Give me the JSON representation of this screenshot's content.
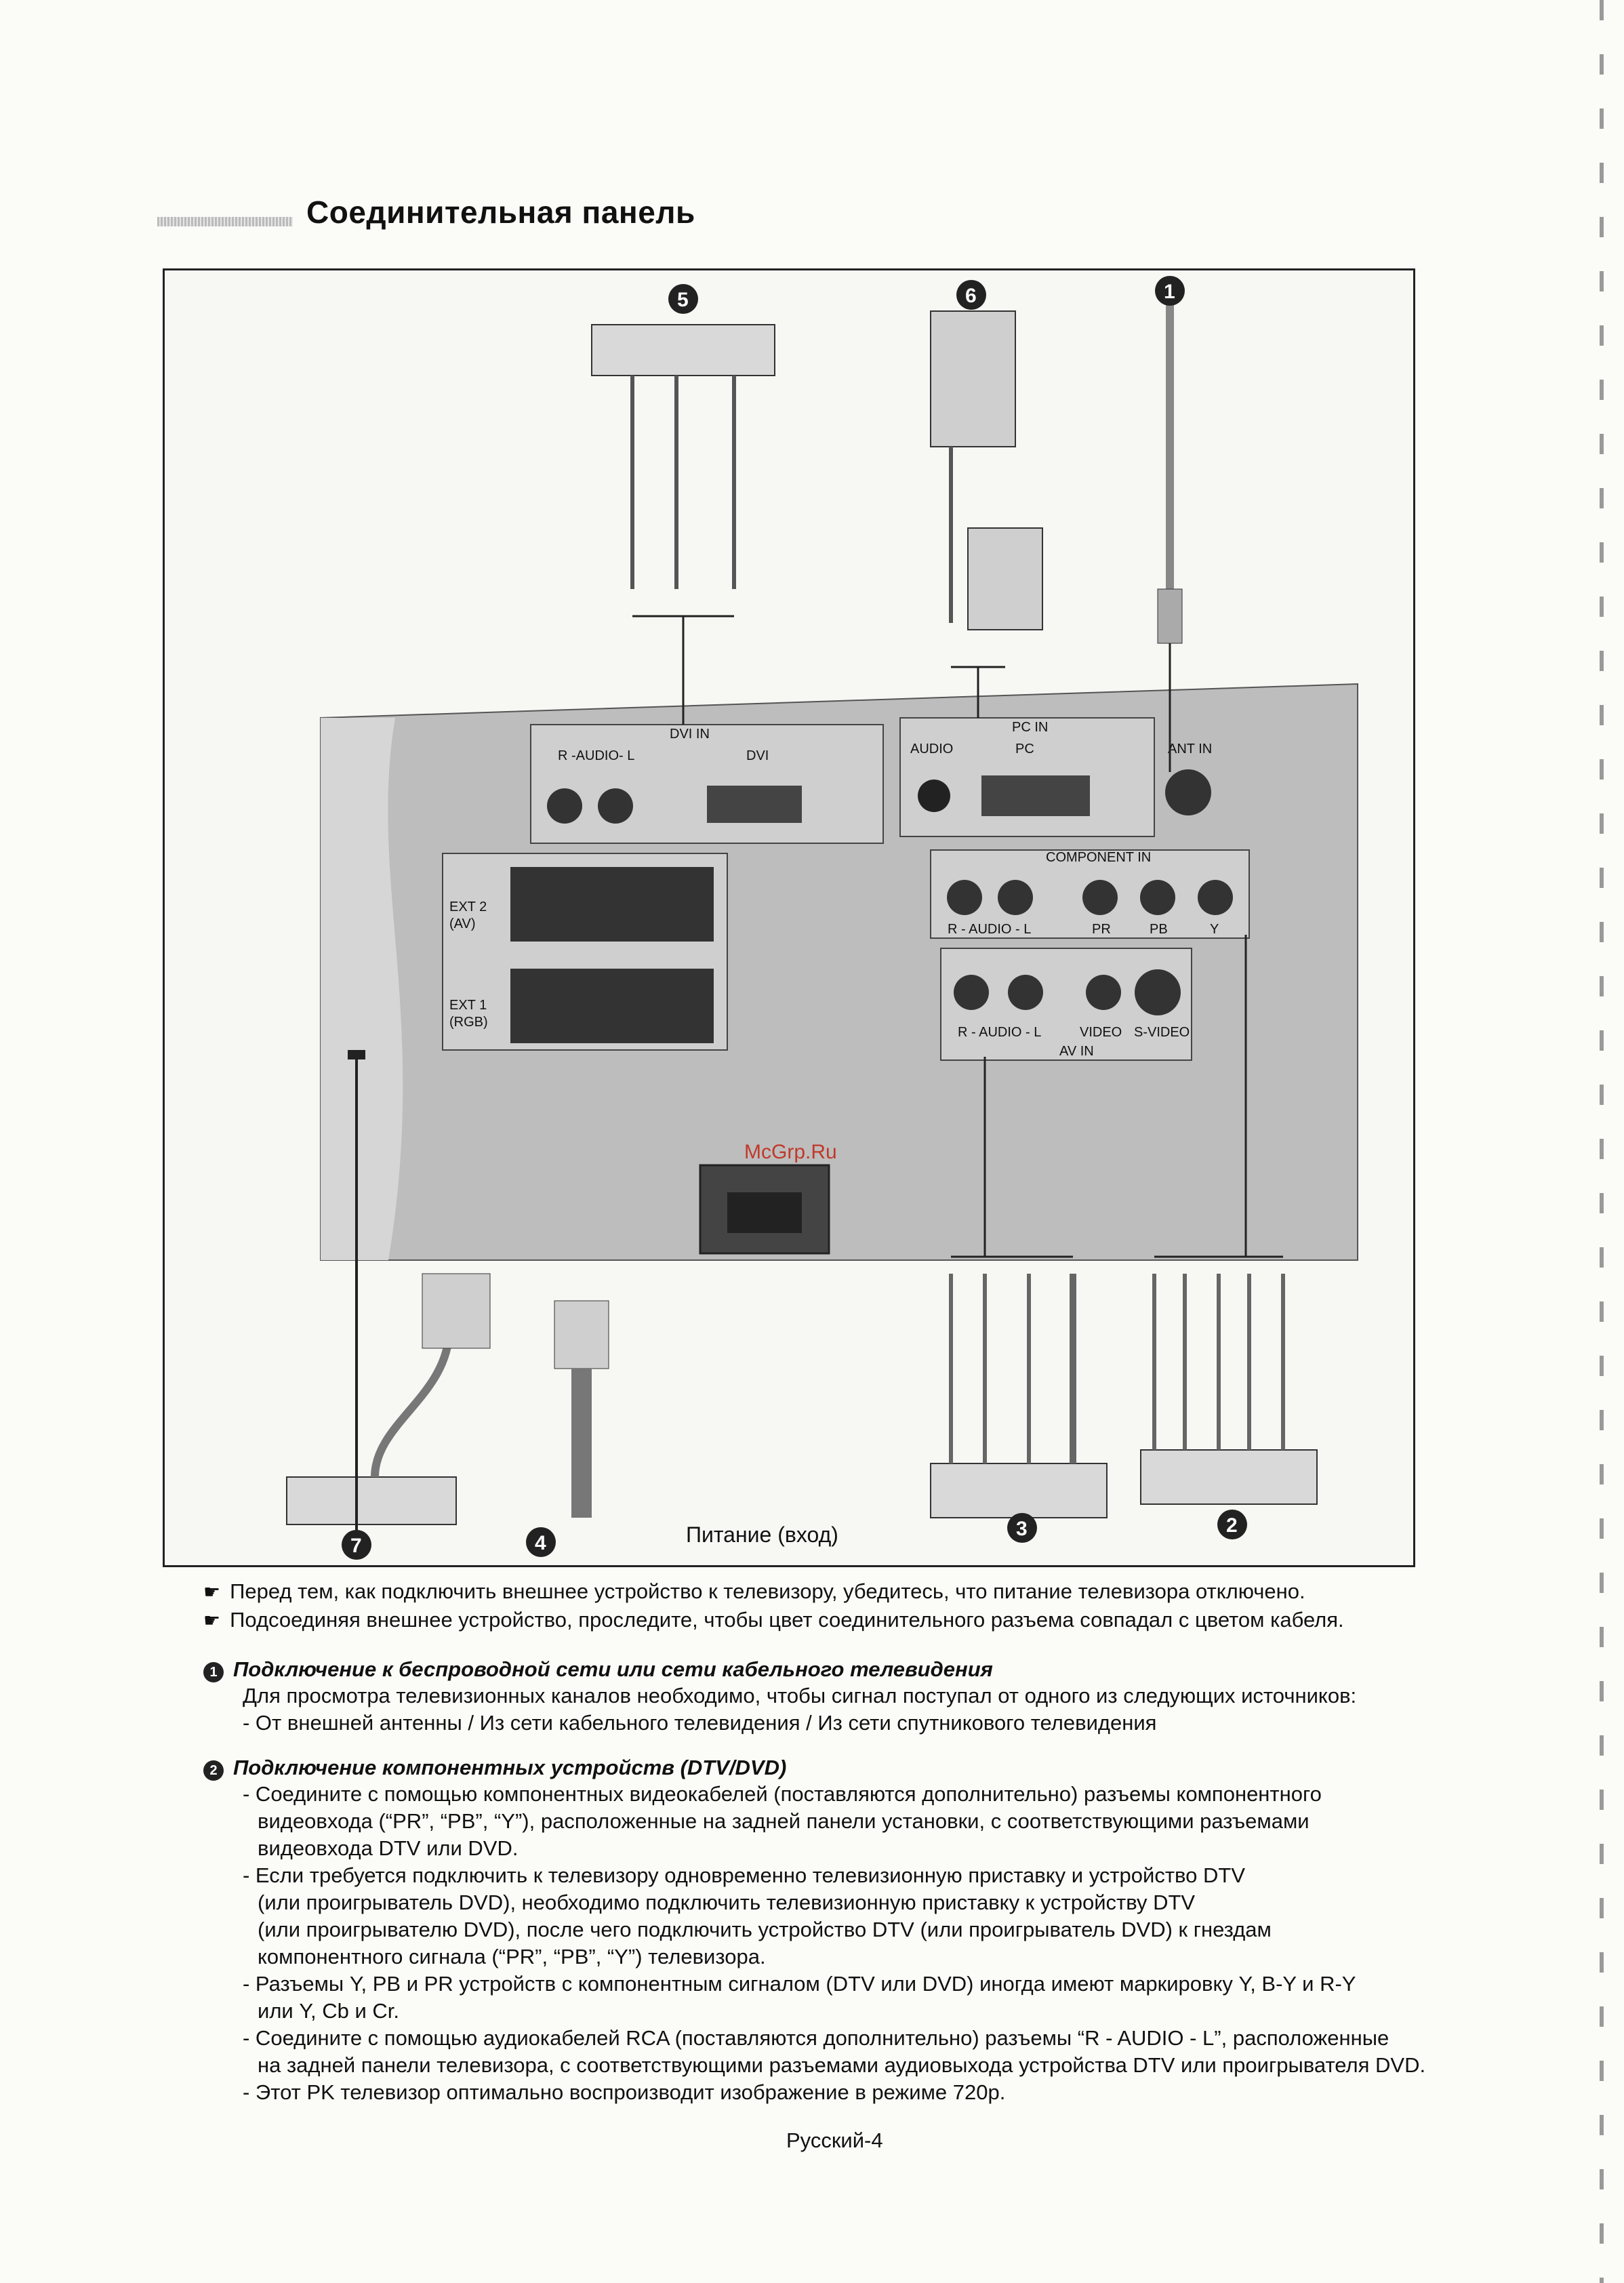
{
  "page": {
    "title": "Соединительная панель",
    "footer": "Русский-4"
  },
  "diagram": {
    "watermark": "McGrp.Ru",
    "power_label": "Питание (вход)",
    "callouts": [
      "1",
      "2",
      "3",
      "4",
      "5",
      "6",
      "7"
    ],
    "panel_labels": {
      "dvi_in": "DVI IN",
      "audio_lr": "R -AUDIO- L",
      "dvi": "DVI",
      "pc_in": "PC IN",
      "audio": "AUDIO",
      "pc": "PC",
      "ant_in": "ANT IN",
      "component_in": "COMPONENT IN",
      "ext2": "EXT 2",
      "ext2_sub": "(AV)",
      "ext1": "EXT 1",
      "ext1_sub": "(RGB)",
      "comp_audio": "R - AUDIO - L",
      "pr": "PR",
      "pb": "PB",
      "y": "Y",
      "av_audio": "R - AUDIO - L",
      "video": "VIDEO",
      "svideo": "S-VIDEO",
      "av_in": "AV IN"
    }
  },
  "notes": [
    "Перед тем, как подключить внешнее устройство к телевизору, убедитесь, что питание телевизора отключено.",
    "Подсоединяя внешнее устройство, проследите, чтобы цвет соединительного разъема совпадал с цветом кабеля."
  ],
  "sections": [
    {
      "number": "1",
      "heading": "Подключение к беспроводной сети или сети кабельного телевидения",
      "lines": [
        "Для просмотра телевизионных каналов необходимо, чтобы сигнал поступал от одного из следующих источников:",
        "- От внешней антенны / Из сети кабельного телевидения / Из сети спутникового телевидения"
      ]
    },
    {
      "number": "2",
      "heading": "Подключение компонентных устройств (DTV/DVD)",
      "lines": [
        "- Соедините с помощью компонентных видеокабелей (поставляются дополнительно) разъемы компонентного",
        "видеовхода (“PR”, “PB”, “Y”), расположенные на задней панели установки, с соответствующими разъемами",
        "видеовхода DTV или DVD.",
        "- Если требуется подключить к телевизору одновременно телевизионную приставку и устройство DTV",
        "(или проигрыватель DVD), необходимо подключить телевизионную приставку к устройству DTV",
        "(или проигрывателю DVD), после чего подключить устройство DTV (или проигрыватель DVD) к гнездам",
        "компонентного сигнала (“PR”, “PB”, “Y”) телевизора.",
        "- Разъемы Y, PB и PR устройств с компонентным сигналом (DTV или DVD) иногда имеют маркировку Y, B-Y и R-Y",
        "или Y, Cb и Cr.",
        "- Соедините с помощью аудиокабелей RCA (поставляются дополнительно) разъемы “R - AUDIO - L”, расположенные",
        "на задней панели телевизора, с соответствующими разъемами аудиовыхода устройства DTV или проигрывателя DVD.",
        "- Этот PK телевизор оптимально воспроизводит изображение в режиме 720p."
      ]
    }
  ]
}
